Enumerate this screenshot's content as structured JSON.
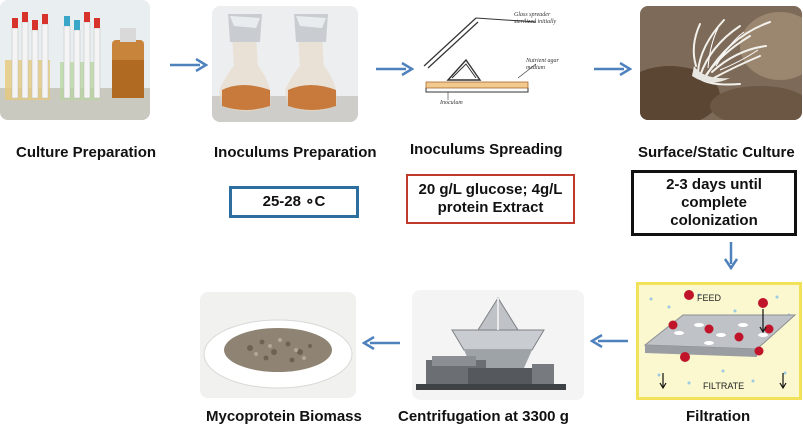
{
  "steps": {
    "culture": "Culture Preparation",
    "inoculums_prep": "Inoculums Preparation",
    "spreading": "Inoculums Spreading",
    "surface": "Surface/Static Culture",
    "filtration": "Filtration",
    "centrifugation": "Centrifugation at 3300 g",
    "biomass": "Mycoprotein Biomass"
  },
  "conditions": {
    "temperature": "25-28 ∘C",
    "medium_line1": "20 g/L glucose; 4g/L",
    "medium_line2": "protein Extract",
    "time_line1": "2-3 days until",
    "time_line2": "complete",
    "time_line3": "colonization"
  },
  "spreading_diagram": {
    "label_spreader": "Glass spreader sterilized initially",
    "label_agar": "Nutrient agar medium",
    "label_inoculum": "Inoculum"
  },
  "filtration_diagram": {
    "feed": "FEED",
    "filtrate": "FILTRATE"
  },
  "colors": {
    "arrow": "#4f81bd",
    "temp_border": "#2e6e9e",
    "medium_border": "#c0392b",
    "time_border": "#111111"
  }
}
